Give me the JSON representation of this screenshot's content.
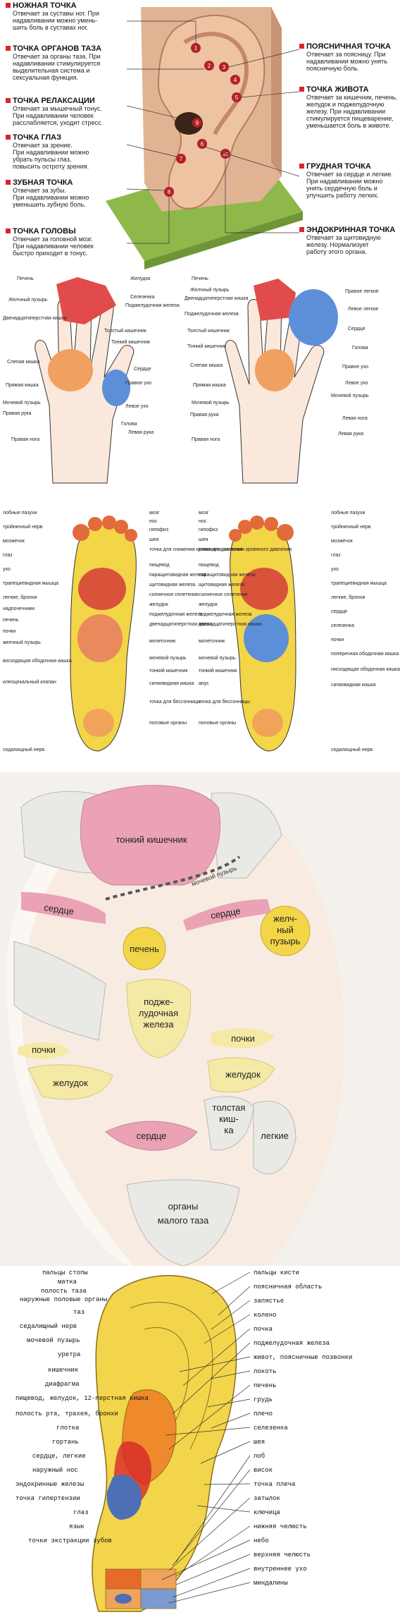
{
  "ear_model": {
    "left_items": [
      {
        "title": "НОЖНАЯ ТОЧКА",
        "desc": [
          "Отвечает за суставы ног. При",
          "надавливании можно умень-",
          "шить боль в суставах ног."
        ]
      },
      {
        "title": "ТОЧКА ОРГАНОВ ТАЗА",
        "desc": [
          "Отвечает за органы таза. При",
          "надавливании стимулируется",
          "выделительная система и",
          "сексуальная функция."
        ]
      },
      {
        "title": "ТОЧКА РЕЛАКСАЦИИ",
        "desc": [
          "Отвечает за мышечный тонус.",
          "При надавливании человек",
          "расслабляется, уходит стресс."
        ]
      },
      {
        "title": "ТОЧКА ГЛАЗ",
        "desc": [
          "Отвечает за зрение.",
          "При надавливании можно",
          "убрать пульсы глаз,",
          "повысить остроту зрения."
        ]
      },
      {
        "title": "ЗУБНАЯ ТОЧКА",
        "desc": [
          "Отвечает за зубы.",
          "При надавливании можно",
          "уменьшить зубную боль."
        ]
      },
      {
        "title": "ТОЧКА ГОЛОВЫ",
        "desc": [
          "Отвечает за головной мозг.",
          "При надавливании человек",
          "быстро приходит в тонус."
        ]
      }
    ],
    "right_items": [
      {
        "title": "ПОЯСНИЧНАЯ ТОЧКА",
        "desc": [
          "Отвечает за поясницу. При",
          "надавливании можно унять",
          "поясничную боль."
        ]
      },
      {
        "title": "ТОЧКА ЖИВОТА",
        "desc": [
          "Отвечает за кишечник, печень,",
          "желудок и поджелудочную",
          "железу. При надавливании",
          "стимулируется пищеварение,",
          "уменьшается боль в животе."
        ]
      },
      {
        "title": "ГРУДНАЯ ТОЧКА",
        "desc": [
          "Отвечает за сердце и легкие.",
          "При надавливании можно",
          "унять сердечную боль и",
          "улучшить работу легких."
        ]
      },
      {
        "title": "ЭНДОКРИННАЯ ТОЧКА",
        "desc": [
          "Отвечает за щитовидную",
          "железу. Нормализует",
          "работу этого органа."
        ]
      }
    ],
    "points": [
      "1",
      "2",
      "3",
      "4",
      "5",
      "6",
      "7",
      "8",
      "9",
      "10"
    ]
  },
  "hands": {
    "left": [
      "Печень",
      "Желчный пузырь",
      "Двенадцатиперстная кишка",
      "Толстый кишечник",
      "Слепая кишка",
      "Прямая кишка",
      "Мочевой пузырь",
      "Правая рука",
      "Правая нога",
      "Желудок",
      "Селезенка",
      "Поджелудочная железа",
      "Тонкий кишечник",
      "Сердце",
      "Правое ухо",
      "Левое ухо",
      "Голова",
      "Левая рука"
    ],
    "right": [
      "Печень",
      "Желчный пузырь",
      "Двенадцатиперстная кишка",
      "Поджелудочная железа",
      "Толстый кишечник",
      "Тонкий кишечник",
      "Слепая кишка",
      "Прямая кишка",
      "Мочевой пузырь",
      "Правая рука",
      "Правая нога",
      "Правое легкое",
      "Левое легкое",
      "Сердце",
      "Голова",
      "Правое ухо",
      "Левое ухо",
      "Мочевой пузырь",
      "Левая нога",
      "Левая рука"
    ]
  },
  "feet": {
    "left": [
      "лобные пазухи",
      "тройничный нерв",
      "мозжечок",
      "глаз",
      "ухо",
      "трапециевидная мышца",
      "легкие, бронхи",
      "надпочечники",
      "печень",
      "почки",
      "желчный пузырь",
      "восходящая ободочная кишка",
      "илеоцекальный клапан",
      "седалищный нерв"
    ],
    "middle_left": [
      "мозг",
      "нос",
      "гипофиз",
      "шея",
      "точка для снижения кровяного давления",
      "пищевод",
      "паращитовидная железа",
      "щитовидная железа",
      "солнечное сплетение",
      "желудок",
      "поджелудочная железа",
      "двенадцатиперстная кишка",
      "мочеточник",
      "мочевой пузырь",
      "тонкий кишечник",
      "сигмовидная кишка",
      "точка для бессонницы",
      "половые органы"
    ],
    "middle_right": [
      "мозг",
      "нос",
      "гипофиз",
      "шея",
      "точка для снижения кровяного давления",
      "пищевод",
      "паращитовидная железа",
      "щитовидная железа",
      "солнечное сплетение",
      "желудок",
      "поджелудочная железа",
      "двенадцатиперстная кишка",
      "мочеточник",
      "мочевой пузырь",
      "тонкий кишечник",
      "анус",
      "точка для бессонницы",
      "половые органы"
    ],
    "right": [
      "лобные пазухи",
      "тройничный нерв",
      "мозжечок",
      "глаз",
      "ухо",
      "трапециевидная мышца",
      "легкие, бронхи",
      "сердце",
      "селезенка",
      "почки",
      "поперечная ободочная кишка",
      "нисходящая ободочная кишка",
      "сигмовидная кишка",
      "седалищный нерв"
    ]
  },
  "face": {
    "small_intestine": "тонкий кишечник",
    "bladder": "мочевой пузырь",
    "heart_left": "сердце",
    "heart_right": "сердце",
    "liver": "печень",
    "gallbladder": [
      "желч-",
      "ный",
      "пузырь"
    ],
    "kidneys_left": "почки",
    "kidneys_right": "почки",
    "pancreas": [
      "поджe-",
      "лудочная",
      "железа"
    ],
    "stomach_left": "желудок",
    "stomach_right": "желудок",
    "colon": [
      "толстая",
      "киш-",
      "ка"
    ],
    "lungs": "легкие",
    "heart_mouth": "сердце",
    "pelvis": [
      "органы",
      "малого таза"
    ]
  },
  "ear_map": {
    "left": [
      "пальцы стопы",
      "матка",
      "полость таза",
      "наружные половые органы",
      "таз",
      "седалищный нерв",
      "мочевой пузырь",
      "уретра",
      "кишечник",
      "диафрагма",
      "пищевод, желудок, 12-перстная кишка",
      "полость рта, трахея, бронхи",
      "глотка",
      "гортань",
      "сердце, легкие",
      "наружный нос",
      "эндокринные железы",
      "точка гипертензии",
      "глаз",
      "язык",
      "точки экстракции зубов"
    ],
    "right": [
      "пальцы кисти",
      "поясничная область",
      "запястье",
      "колено",
      "почка",
      "поджелудочная железа",
      "живот, поясничные позвонки",
      "локоть",
      "печень",
      "грудь",
      "плечо",
      "селезенка",
      "шея",
      "лоб",
      "висок",
      "точка плеча",
      "затылок",
      "ключица",
      "нижняя челюсть",
      "небо",
      "верхняя челюсть",
      "внутреннее ухо",
      "миндалины"
    ]
  },
  "colors": {
    "red": "#d7262b",
    "yellow": "#f3d548",
    "face_pink": "#eaa2b4",
    "face_gray": "#e9e9e6",
    "face_yellow": "#f5e9a6",
    "ear_yellow": "#f2d54b",
    "ear_orange": "#ef8a2b",
    "ear_blue": "#4d6fb6"
  }
}
